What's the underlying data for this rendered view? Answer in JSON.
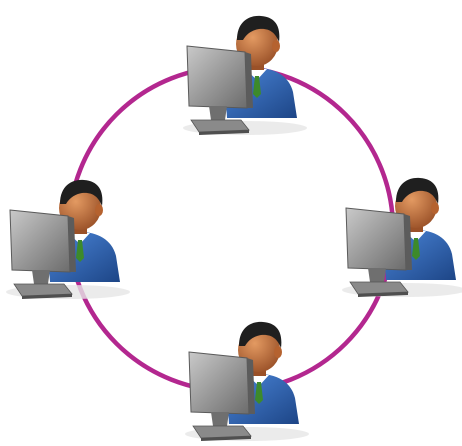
{
  "diagram": {
    "topology": "ring",
    "ring_color": "#b3278f",
    "nodes": [
      {
        "id": "top",
        "icon": "user-workstation-icon"
      },
      {
        "id": "right",
        "icon": "user-workstation-icon"
      },
      {
        "id": "bottom",
        "icon": "user-workstation-icon"
      },
      {
        "id": "left",
        "icon": "user-workstation-icon"
      }
    ],
    "colors": {
      "monitor": "#8f8f8f",
      "monitor_dark": "#4f4f4f",
      "screen": "#a9a9a9",
      "skin": "#c8743d",
      "skin_dark": "#9a5128",
      "hair": "#1f1f1f",
      "shirt": "#2f64b8",
      "shirt_dark": "#1d4586",
      "collar": "#ffffff",
      "tie": "#3d8a2b"
    }
  }
}
